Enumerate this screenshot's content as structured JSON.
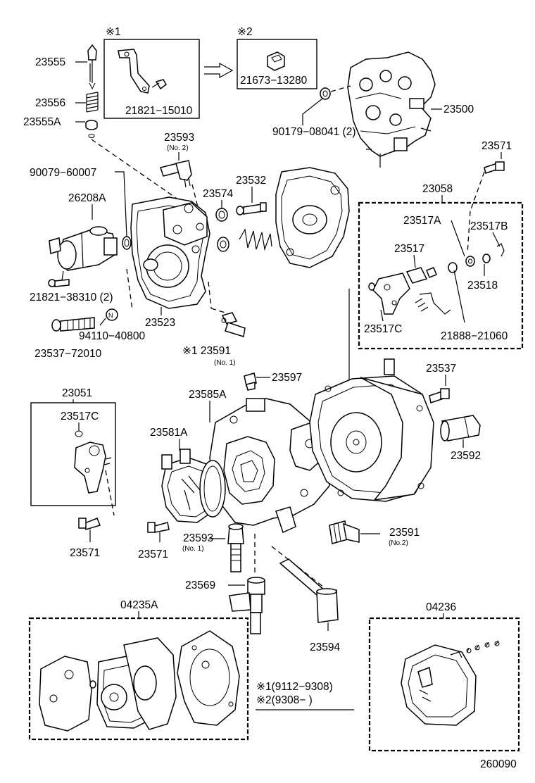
{
  "labels": {
    "p23555": "23555",
    "p23556": "23556",
    "p23555A": "23555A",
    "k1": "※1",
    "k2": "※2",
    "p21821_15010": "21821−15010",
    "p21673_13280": "21673−13280",
    "p23500": "23500",
    "p90179": "90179−08041 (2)",
    "p23593_top": "23593",
    "p23593_top_sub": "(No. 2)",
    "p90079": "90079−60007",
    "p26208A": "26208A",
    "p23574": "23574",
    "p23532": "23532",
    "p23571_top": "23571",
    "p23058": "23058",
    "p23517A": "23517A",
    "p23517B": "23517B",
    "p23517": "23517",
    "p23518": "23518",
    "p21821_38310": "21821−38310 (2)",
    "p23523": "23523",
    "p94110": "94110−40800",
    "p23537_72010": "23537−72010",
    "p23591_top": "※1 23591",
    "p23591_top_sub": "(No. 1)",
    "p23517C_top": "23517C",
    "p21888": "21888−21060",
    "p23597": "23597",
    "p23537": "23537",
    "p23051": "23051",
    "p23517C_left": "23517C",
    "p23585A": "23585A",
    "p23581A": "23581A",
    "p23592": "23592",
    "p23571_left": "23571",
    "p23571_mid": "23571",
    "p23593_mid": "23593",
    "p23593_mid_sub": "(No. 1)",
    "p23591_mid": "23591",
    "p23591_mid_sub": "(No.2)",
    "p23569": "23569",
    "p04235A": "04235A",
    "p04236": "04236",
    "p23594": "23594",
    "note1": "※1(9112−9308)",
    "note2": "※2(9308−       )",
    "code": "260090"
  }
}
